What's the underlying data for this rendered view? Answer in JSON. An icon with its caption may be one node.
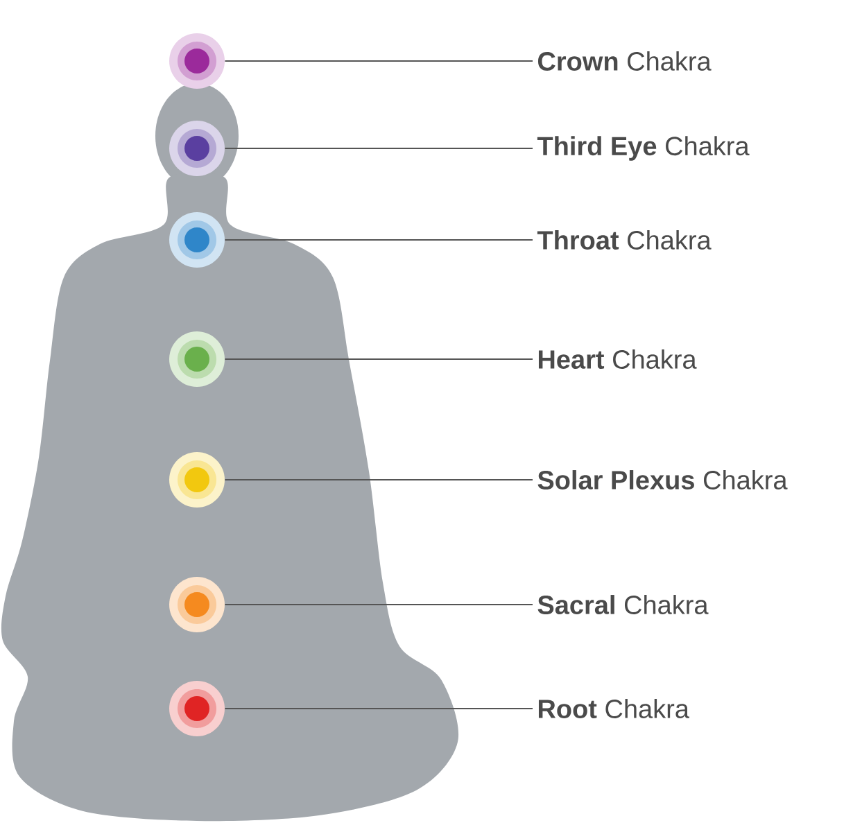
{
  "diagram": {
    "nodes": [
      {
        "text": [],
        "shape": "circle"
      },
      {
        "text": [],
        "shape": "circle"
      },
      {
        "text": [],
        "shape": "circle"
      },
      {
        "text": [],
        "shape": "circle"
      },
      {
        "text": [],
        "shape": "circle"
      },
      {
        "text": [],
        "shape": "circle"
      },
      {
        "text": [],
        "shape": "circle"
      },
      {
        "text": [
          "**Crown** Chakra"
        ]
      },
      {
        "text": [
          "**Third Eye** Chakra"
        ]
      },
      {
        "text": [
          "**Throat** Chakra"
        ]
      },
      {
        "text": [
          "**Heart** Chakra"
        ]
      },
      {
        "text": [
          "**Solar Plexus** Chakra"
        ]
      },
      {
        "text": [
          "**Sacral** Chakra"
        ]
      },
      {
        "text": [
          "**Root** Chakra"
        ]
      }
    ],
    "edges": [
      {
        "from": 7,
        "to": 0,
        "arrow": "none"
      },
      {
        "from": 8,
        "to": 1,
        "arrow": "none"
      },
      {
        "from": 9,
        "to": 2,
        "arrow": "none"
      },
      {
        "from": 10,
        "to": 3,
        "arrow": "none"
      },
      {
        "from": 11,
        "to": 4,
        "arrow": "none"
      },
      {
        "from": 12,
        "to": 5,
        "arrow": "none"
      },
      {
        "from": 13,
        "to": 6,
        "arrow": "none"
      }
    ]
  }
}
